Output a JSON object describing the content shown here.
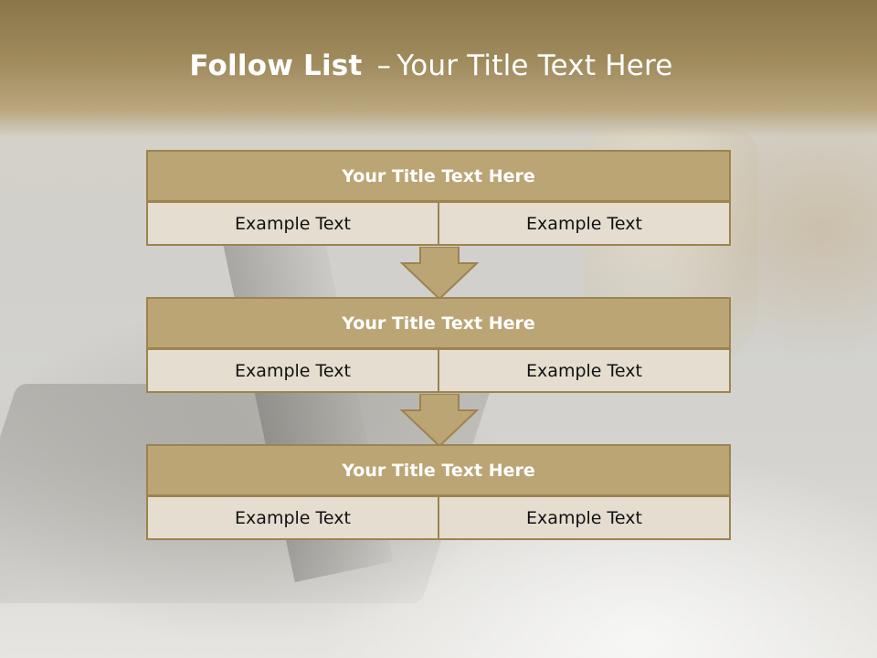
{
  "slide": {
    "title_bold": "Follow List",
    "title_sep": "–",
    "title_rest": "Your Title Text Here"
  },
  "blocks": [
    {
      "title": "Your Title Text Here",
      "cells": [
        "Example Text",
        "Example Text"
      ]
    },
    {
      "title": "Your Title Text Here",
      "cells": [
        "Example Text",
        "Example Text"
      ]
    },
    {
      "title": "Your Title Text Here",
      "cells": [
        "Example Text",
        "Example Text"
      ]
    }
  ],
  "colors": {
    "header_fill": "#bba575",
    "border": "#9c844f",
    "cell_fill": "#e4ddd0",
    "arrow_fill": "#bba575"
  },
  "icons": [
    "down-arrow-icon",
    "down-arrow-icon"
  ]
}
